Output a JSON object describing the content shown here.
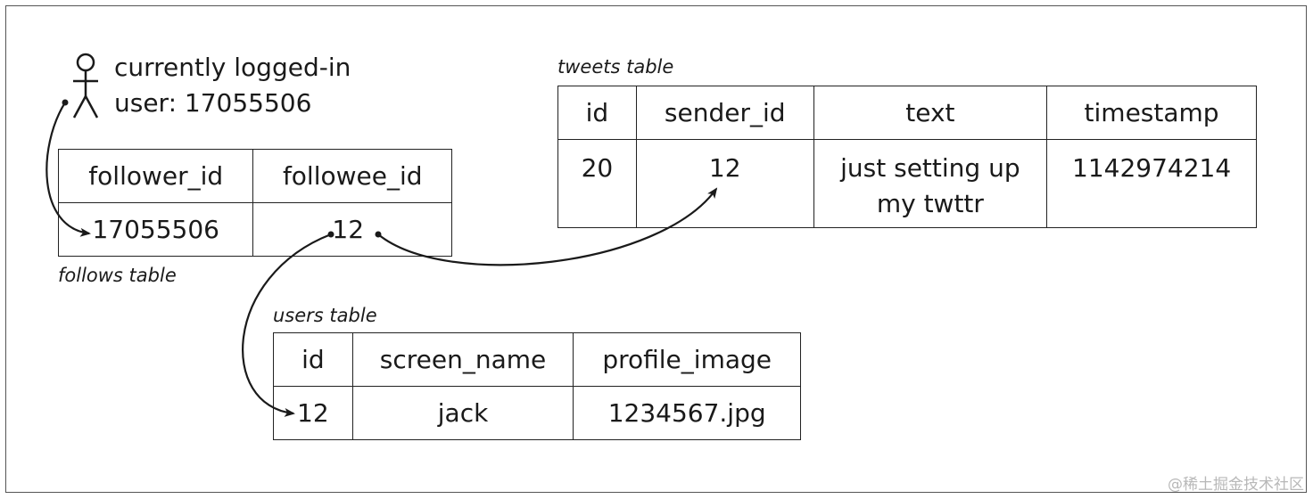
{
  "user": {
    "line1": "currently logged-in",
    "line2": "user: 17055506"
  },
  "follows": {
    "caption": "follows table",
    "headers": [
      "follower_id",
      "followee_id"
    ],
    "row": [
      "17055506",
      "12"
    ]
  },
  "tweets": {
    "caption": "tweets table",
    "headers": [
      "id",
      "sender_id",
      "text",
      "timestamp"
    ],
    "row": [
      "20",
      "12",
      "just setting up my twttr",
      "1142974214"
    ]
  },
  "users": {
    "caption": "users table",
    "headers": [
      "id",
      "screen_name",
      "profile_image"
    ],
    "row": [
      "12",
      "jack",
      "1234567.jpg"
    ]
  },
  "watermark": "@稀土掘金技术社区"
}
